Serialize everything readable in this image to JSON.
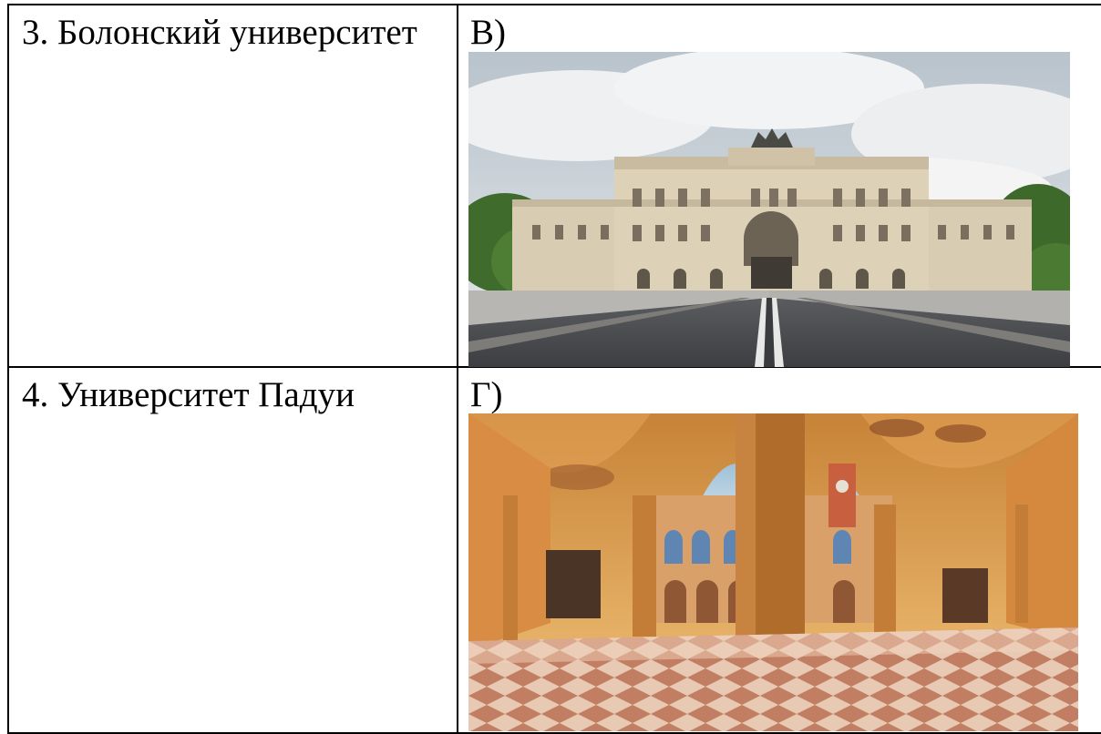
{
  "rows": [
    {
      "left_label": "3. Болонский университет",
      "right_letter": "В)",
      "image": "photo-palace-bridge"
    },
    {
      "left_label": "4. Университет Падуи",
      "right_letter": "Г)",
      "image": "photo-arcade-courtyard"
    }
  ],
  "colors": {
    "border": "#000000",
    "sky": "#cfd6dc",
    "stone": "#d9cdb5",
    "road": "#4a4b4f",
    "arcade_warm": "#e8a14f",
    "floor_tile": "#c98a6a"
  }
}
